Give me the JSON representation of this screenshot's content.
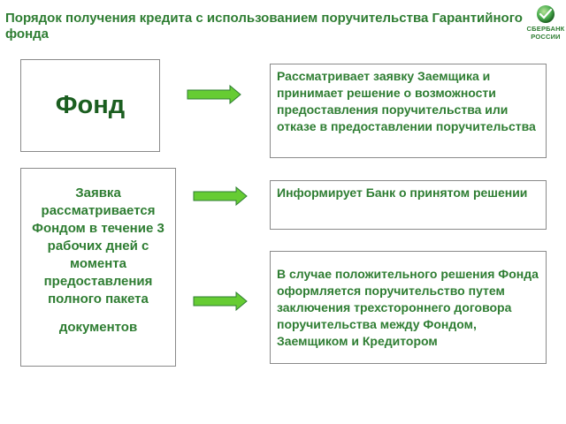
{
  "header": {
    "title": "Порядок получения кредита с использованием поручительства Гарантийного фонда",
    "logo_text": "СБЕРБАНК РОССИИ",
    "brand_color": "#2e7d32",
    "arrow_color": "#66cc33"
  },
  "left": {
    "fund_label": "Фонд",
    "application_text": "Заявка рассматривается Фондом в течение 3 рабочих дней с момента предоставления полного пакета",
    "application_text_2": "документов"
  },
  "right": {
    "box1": "Рассматривает заявку Заемщика и принимает решение о возможности предоставления поручительства или отказе в предоставлении поручительства",
    "box2": "Информирует Банк о принятом решении",
    "box3": "В случае положительного решения Фонда оформляется поручительство путем заключения трехстороннего договора поручительства между Фондом,  Заемщиком и Кредитором"
  },
  "icons": {
    "arrows": "right-arrow-icon",
    "logo": "sberbank-logo-icon"
  }
}
